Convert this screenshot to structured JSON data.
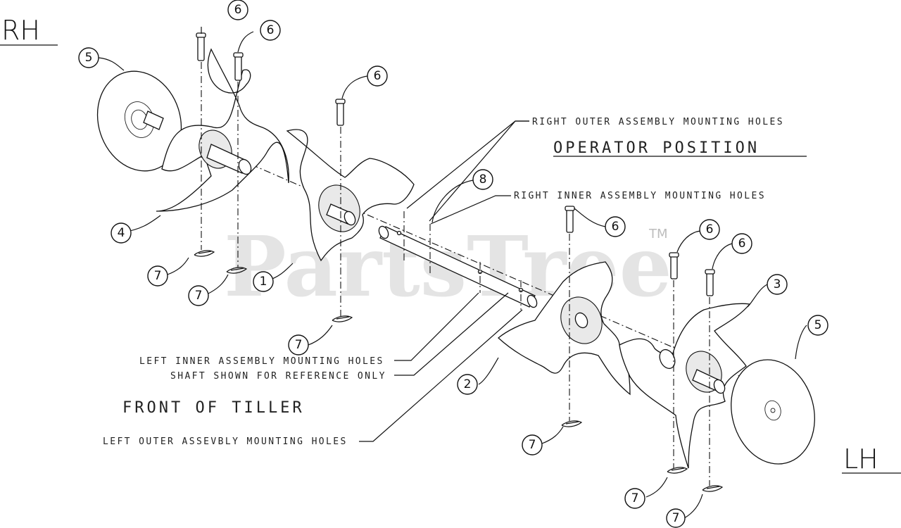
{
  "labels": {
    "rh": "RH",
    "lh": "LH",
    "operator_position": "OPERATOR POSITION",
    "front_of_tiller": "FRONT OF TILLER",
    "right_outer": "RIGHT OUTER ASSEMBLY MOUNTING HOLES",
    "right_inner": "RIGHT INNER ASSEMBLY MOUNTING HOLES",
    "left_inner": "LEFT INNER ASSEMBLY MOUNTING HOLES",
    "shaft_ref": "SHAFT SHOWN FOR REFERENCE ONLY",
    "left_outer": "LEFT OUTER ASSEVBLY MOUNTING HOLES"
  },
  "watermark": {
    "brand": "PartsTree",
    "tm": "TM"
  },
  "callouts": [
    "1",
    "2",
    "3",
    "4",
    "5",
    "6",
    "7",
    "8"
  ],
  "colors": {
    "line": "#111111",
    "watermark": "#cfcfcf",
    "background": "#ffffff"
  }
}
